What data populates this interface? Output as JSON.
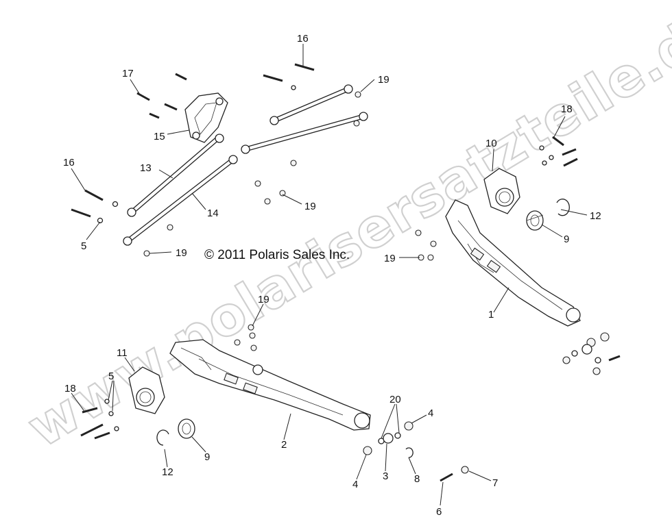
{
  "watermark": "www.polarisersatzteile.de",
  "copyright": "© 2011 Polaris Sales Inc.",
  "callouts": [
    {
      "id": "c16a",
      "text": "16"
    },
    {
      "id": "c17",
      "text": "17"
    },
    {
      "id": "c19a",
      "text": "19"
    },
    {
      "id": "c15",
      "text": "15"
    },
    {
      "id": "c16b",
      "text": "16"
    },
    {
      "id": "c13",
      "text": "13"
    },
    {
      "id": "c14",
      "text": "14"
    },
    {
      "id": "c5a",
      "text": "5"
    },
    {
      "id": "c19b",
      "text": "19"
    },
    {
      "id": "c19c",
      "text": "19"
    },
    {
      "id": "c18a",
      "text": "18"
    },
    {
      "id": "c10",
      "text": "10"
    },
    {
      "id": "c12a",
      "text": "12"
    },
    {
      "id": "c9a",
      "text": "9"
    },
    {
      "id": "c19d",
      "text": "19"
    },
    {
      "id": "c1",
      "text": "1"
    },
    {
      "id": "c19e",
      "text": "19"
    },
    {
      "id": "c11",
      "text": "11"
    },
    {
      "id": "c5b",
      "text": "5"
    },
    {
      "id": "c18b",
      "text": "18"
    },
    {
      "id": "c20",
      "text": "20"
    },
    {
      "id": "c4a",
      "text": "4"
    },
    {
      "id": "c2",
      "text": "2"
    },
    {
      "id": "c9b",
      "text": "9"
    },
    {
      "id": "c12b",
      "text": "12"
    },
    {
      "id": "c4b",
      "text": "4"
    },
    {
      "id": "c3",
      "text": "3"
    },
    {
      "id": "c8",
      "text": "8"
    },
    {
      "id": "c7",
      "text": "7"
    },
    {
      "id": "c6",
      "text": "6"
    }
  ]
}
